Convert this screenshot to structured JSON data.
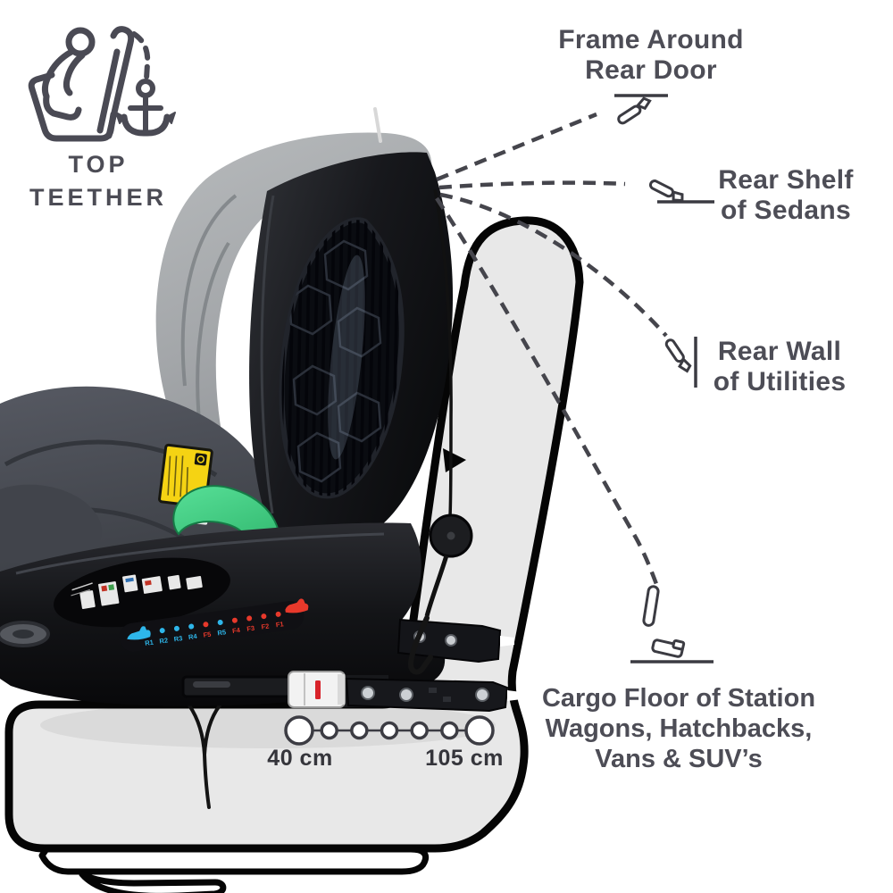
{
  "badge": {
    "icon": "car-seat-with-anchor-icon",
    "line1": "TOP",
    "line2": "TEETHER"
  },
  "anchor_points": [
    {
      "id": "frame-around-rear-door",
      "line1": "Frame Around",
      "line2": "Rear Door"
    },
    {
      "id": "rear-shelf-of-sedans",
      "line1": "Rear Shelf",
      "line2": "of Sedans"
    },
    {
      "id": "rear-wall-of-utilities",
      "line1": "Rear Wall",
      "line2": "of Utilities"
    },
    {
      "id": "cargo-floor",
      "line1": "Cargo Floor of Station",
      "line2": "Wagons, Hatchbacks,",
      "line3": "Vans & SUV’s"
    }
  ],
  "height_range": {
    "min_label": "40 cm",
    "max_label": "105 cm",
    "dot_count": 7
  },
  "base_position_strip": {
    "items": [
      {
        "label": "R1",
        "color": "#2eb6ea"
      },
      {
        "label": "R2",
        "color": "#2eb6ea"
      },
      {
        "label": "R3",
        "color": "#2eb6ea"
      },
      {
        "label": "R4",
        "color": "#2eb6ea"
      },
      {
        "label": "F5",
        "color": "#e8392b"
      },
      {
        "label": "R5",
        "color": "#2eb6ea"
      },
      {
        "label": "F4",
        "color": "#e8392b"
      },
      {
        "label": "F3",
        "color": "#e8392b"
      },
      {
        "label": "F2",
        "color": "#e8392b"
      },
      {
        "label": "F1",
        "color": "#e8392b"
      }
    ]
  },
  "colors": {
    "label_text": "#4d4d56",
    "dashed_line": "#45454c",
    "seat_green": "#3ecb7f",
    "sticker_yellow": "#f5d313",
    "rear_dot_blue": "#2eb6ea",
    "forward_dot_red": "#e8392b",
    "vehicle_seat_fill": "#e8e8e8"
  }
}
